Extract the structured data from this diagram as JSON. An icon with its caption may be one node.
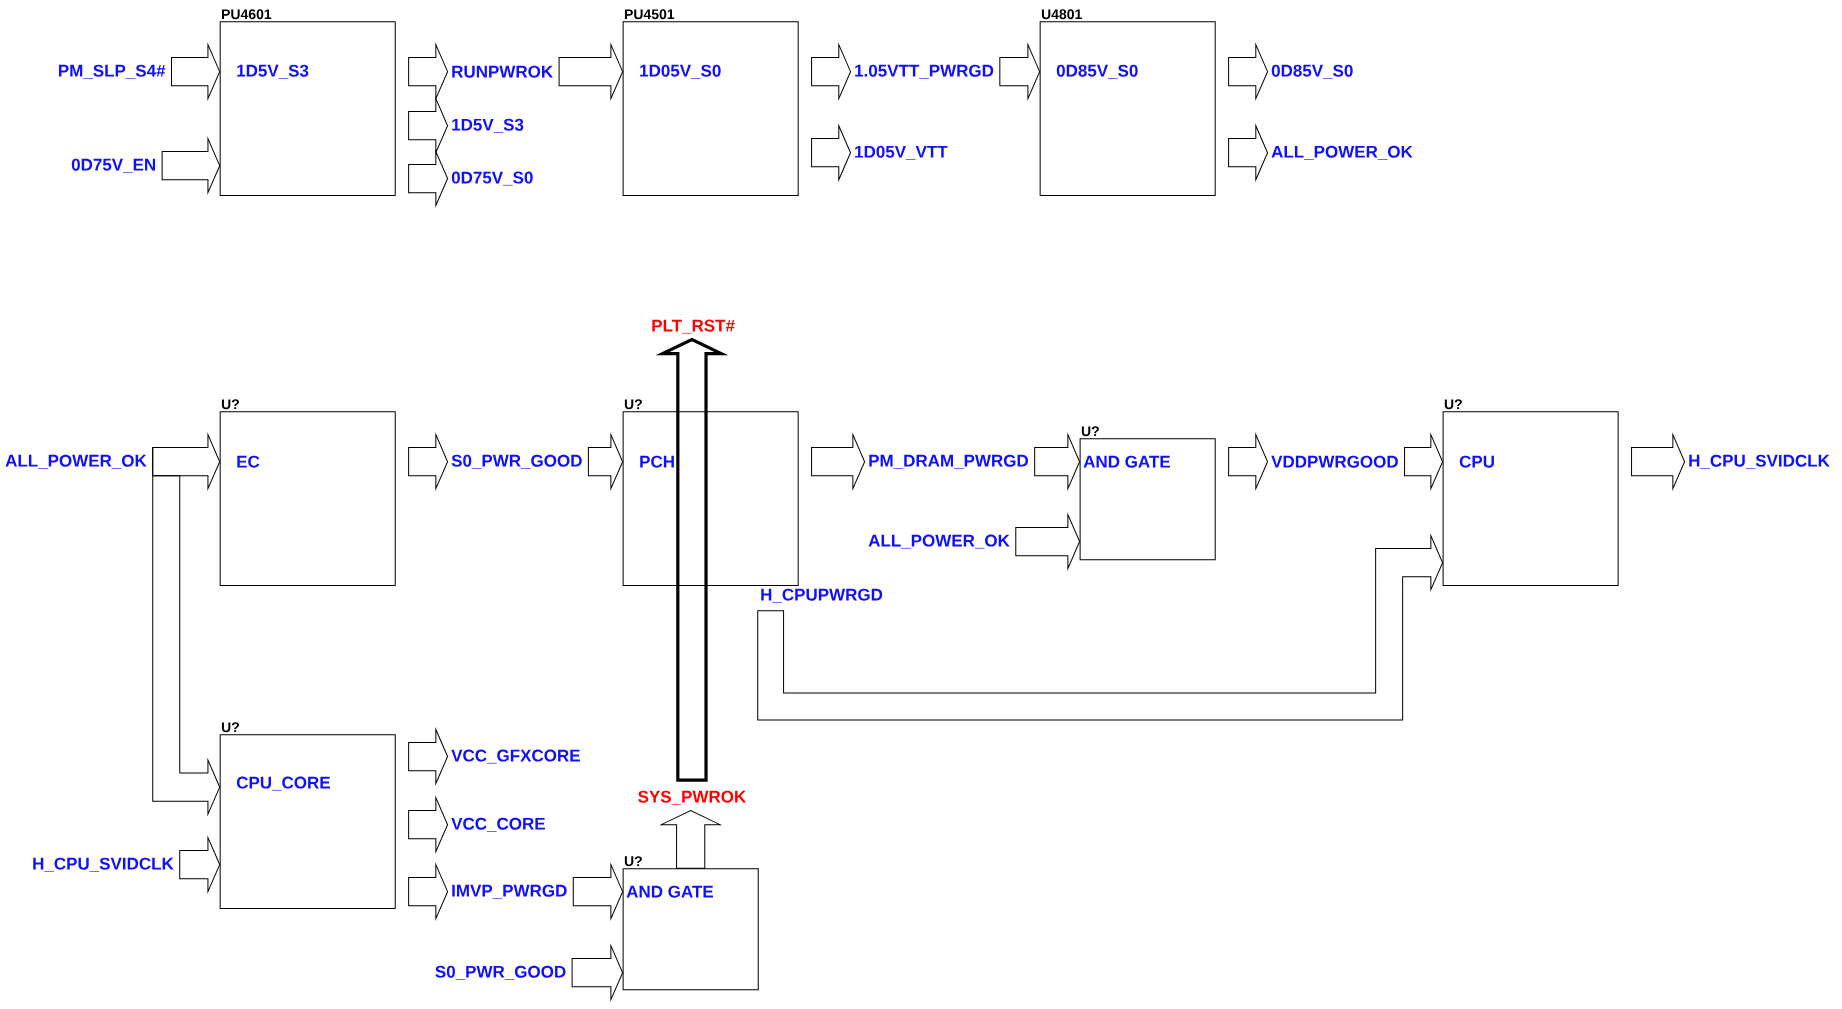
{
  "diagram": {
    "nodes": [
      {
        "text": [
          "PM_SLP_S4#"
        ]
      },
      {
        "text": [
          "0D75V_EN"
        ]
      },
      {
        "text": [
          "PU4601",
          "1D5V_S3"
        ]
      },
      {
        "text": [
          "RUNPWROK"
        ]
      },
      {
        "text": [
          "1D5V_S3"
        ]
      },
      {
        "text": [
          "0D75V_S0"
        ]
      },
      {
        "text": [
          "PU4501",
          "1D05V_S0"
        ]
      },
      {
        "text": [
          "1.05VTT_PWRGD"
        ]
      },
      {
        "text": [
          "1D05V_VTT"
        ]
      },
      {
        "text": [
          "U4801",
          "0D85V_S0"
        ]
      },
      {
        "text": [
          "0D85V_S0"
        ]
      },
      {
        "text": [
          "ALL_POWER_OK"
        ]
      },
      {
        "text": [
          "PLT_RST#"
        ]
      },
      {
        "text": [
          "ALL_POWER_OK"
        ]
      },
      {
        "text": [
          "U?",
          "EC"
        ]
      },
      {
        "text": [
          "S0_PWR_GOOD"
        ]
      },
      {
        "text": [
          "U?",
          "PCH"
        ]
      },
      {
        "text": [
          "PM_DRAM_PWRGD"
        ]
      },
      {
        "text": [
          "U?",
          "AND GATE"
        ]
      },
      {
        "text": [
          "VDDPWRGOOD"
        ]
      },
      {
        "text": [
          "U?",
          "CPU"
        ]
      },
      {
        "text": [
          "H_CPU_SVIDCLK"
        ]
      },
      {
        "text": [
          "ALL_POWER_OK"
        ]
      },
      {
        "text": [
          "H_CPUPWRGD"
        ]
      },
      {
        "text": [
          "U?",
          "CPU_CORE"
        ]
      },
      {
        "text": [
          "VCC_GFXCORE"
        ]
      },
      {
        "text": [
          "SYS_PWROK"
        ]
      },
      {
        "text": [
          "VCC_CORE"
        ]
      },
      {
        "text": [
          "H_CPU_SVIDCLK"
        ]
      },
      {
        "text": [
          "IMVP_PWRGD"
        ]
      },
      {
        "text": [
          "U?",
          "AND GATE"
        ]
      },
      {
        "text": [
          "S0_PWR_GOOD"
        ]
      }
    ],
    "edges": [
      {
        "from": 0,
        "to": 2,
        "arrow": "to"
      },
      {
        "from": 1,
        "to": 2,
        "arrow": "to"
      },
      {
        "from": 2,
        "to": 3,
        "arrow": "to"
      },
      {
        "from": 2,
        "to": 4,
        "arrow": "to"
      },
      {
        "from": 2,
        "to": 5,
        "arrow": "to"
      },
      {
        "from": 3,
        "to": 6,
        "arrow": "to"
      },
      {
        "from": 6,
        "to": 7,
        "arrow": "to"
      },
      {
        "from": 6,
        "to": 8,
        "arrow": "to"
      },
      {
        "from": 7,
        "to": 9,
        "arrow": "to"
      },
      {
        "from": 9,
        "to": 10,
        "arrow": "to"
      },
      {
        "from": 9,
        "to": 11,
        "arrow": "to"
      },
      {
        "from": 13,
        "to": 14,
        "arrow": "to"
      },
      {
        "from": 13,
        "to": 24,
        "arrow": "to"
      },
      {
        "from": 14,
        "to": 15,
        "arrow": "to"
      },
      {
        "from": 15,
        "to": 16,
        "arrow": "to"
      },
      {
        "from": 16,
        "to": 17,
        "arrow": "to"
      },
      {
        "from": 17,
        "to": 18,
        "arrow": "to"
      },
      {
        "from": 22,
        "to": 18,
        "arrow": "to"
      },
      {
        "from": 18,
        "to": 19,
        "arrow": "to"
      },
      {
        "from": 19,
        "to": 20,
        "arrow": "to"
      },
      {
        "from": 20,
        "to": 21,
        "arrow": "to"
      },
      {
        "from": 23,
        "to": 20,
        "arrow": "to"
      },
      {
        "from": 24,
        "to": 25,
        "arrow": "to"
      },
      {
        "from": 24,
        "to": 27,
        "arrow": "to"
      },
      {
        "from": 24,
        "to": 29,
        "arrow": "to"
      },
      {
        "from": 28,
        "to": 24,
        "arrow": "to"
      },
      {
        "from": 29,
        "to": 30,
        "arrow": "to"
      },
      {
        "from": 31,
        "to": 30,
        "arrow": "to"
      },
      {
        "from": 30,
        "to": 26,
        "arrow": "to"
      },
      {
        "from": 26,
        "to": 12,
        "arrow": "to",
        "style": "thick"
      }
    ]
  }
}
